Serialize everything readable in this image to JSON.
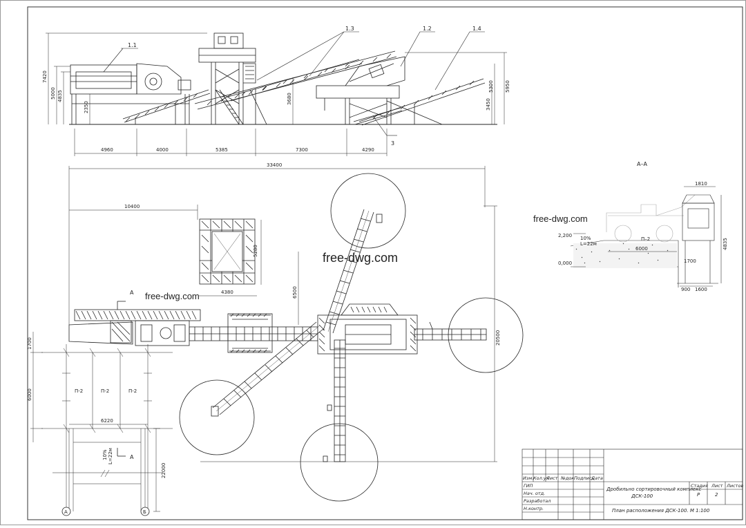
{
  "watermarks": [
    "free-dwg.com",
    "free-dwg.com",
    "free-dwg.com"
  ],
  "elevation": {
    "callouts": [
      "1.1",
      "1.3",
      "1.2",
      "1.4",
      "3"
    ],
    "horizontal_dims": [
      "4960",
      "4000",
      "5385",
      "7300",
      "4290"
    ],
    "vertical_dims": [
      "7420",
      "5000",
      "4835",
      "2350",
      "3680",
      "5300",
      "5950",
      "3450"
    ]
  },
  "plan": {
    "overall_width": "33400",
    "dims": {
      "d10400": "10400",
      "d4380": "4380",
      "d5280": "5280",
      "d6500": "6500",
      "d20500": "20500",
      "d1700": "1700",
      "d6000": "6000",
      "d6220": "6220",
      "d22000": "22000"
    },
    "section_mark": "A",
    "pads": [
      "П-2",
      "П-2",
      "П-2"
    ],
    "ramp_slope": "10%",
    "ramp_length": "L=22м",
    "axes": [
      "А",
      "Б"
    ]
  },
  "section": {
    "title": "А–А",
    "dims": {
      "w1810": "1810",
      "h4835": "4835",
      "w6000": "6000",
      "h1700": "1700",
      "w900": "900",
      "w1600": "1600"
    },
    "levels": [
      "2,200",
      "0,000"
    ],
    "slope": "10%",
    "length": "L=22м",
    "pad": "П–2"
  },
  "title_block": {
    "headers": [
      "Изм.",
      "Кол.уч",
      "Лист",
      "№док",
      "Подпись",
      "Дата"
    ],
    "roles": [
      "ГИП",
      "Нач. отд.",
      "Разработал",
      "Н.контр."
    ],
    "project": "Дробильно сортировочный комплекс",
    "project_code": "ДСК-100",
    "stage_label": "Стадия",
    "sheet_label": "Лист",
    "sheets_label": "Листов",
    "stage": "Р",
    "sheet": "2",
    "drawing_title": "План расположения ДСК-100.  М 1:100"
  }
}
